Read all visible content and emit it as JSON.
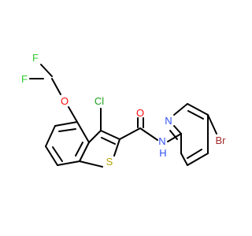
{
  "molecule": {
    "atoms": [
      {
        "id": "F1",
        "symbol": "F",
        "label": "F",
        "color": "#33cc33"
      },
      {
        "id": "F2",
        "symbol": "F",
        "label": "F",
        "color": "#33cc33"
      },
      {
        "id": "O1",
        "symbol": "O",
        "label": "O",
        "color": "#ff0d0d"
      },
      {
        "id": "Cl1",
        "symbol": "Cl",
        "label": "Cl",
        "color": "#1fa01f"
      },
      {
        "id": "O2",
        "symbol": "O",
        "label": "O",
        "color": "#ff0d0d"
      },
      {
        "id": "S1",
        "symbol": "S",
        "label": "S",
        "color": "#b8a000"
      },
      {
        "id": "N1",
        "symbol": "N",
        "label": "N",
        "color": "#3050f8"
      },
      {
        "id": "NH",
        "symbol": "N",
        "label": "N",
        "color": "#3050f8"
      },
      {
        "id": "H1",
        "symbol": "H",
        "label": "H",
        "color": "#3050f8"
      },
      {
        "id": "Br1",
        "symbol": "Br",
        "label": "Br",
        "color": "#a62929"
      }
    ],
    "bond_color": "#000000"
  }
}
